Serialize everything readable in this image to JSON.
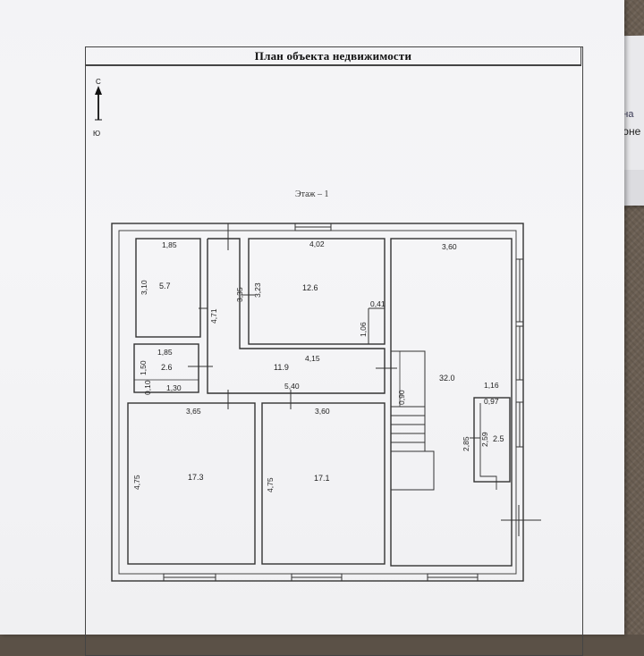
{
  "document": {
    "title": "План объекта недвижимости",
    "floor_label": "Этаж – 1",
    "compass": {
      "north": "С",
      "south": "Ю"
    }
  },
  "back_sheet": {
    "line1": "цена",
    "line2": "'оне"
  },
  "rooms": {
    "room_a": {
      "area": "5.7",
      "width": "1,85",
      "height": "3,10"
    },
    "room_b": {
      "area": "12.6",
      "width": "4,02",
      "height": "3,23",
      "niche_w": "0,41",
      "niche_h": "1,06"
    },
    "room_c": {
      "area": "32.0",
      "width": "3,60",
      "inner_w": "1,16",
      "inner_h": "2,85"
    },
    "room_d": {
      "area": "2.6",
      "width": "1,85",
      "height": "1,50",
      "bottom": "1,30",
      "step": "0,10"
    },
    "hall": {
      "area": "11.9",
      "width": "4,15",
      "bottom": "5,40",
      "left_h": "4,71",
      "left_h2": "3,35"
    },
    "room_e": {
      "area": "17.3",
      "width": "3,65",
      "height": "4,75"
    },
    "room_f": {
      "area": "17.1",
      "width": "3,60",
      "height": "4,75"
    },
    "room_g": {
      "area": "2.5",
      "width": "0,97",
      "height": "2,59"
    },
    "stairs": {
      "length": "0,90"
    }
  }
}
